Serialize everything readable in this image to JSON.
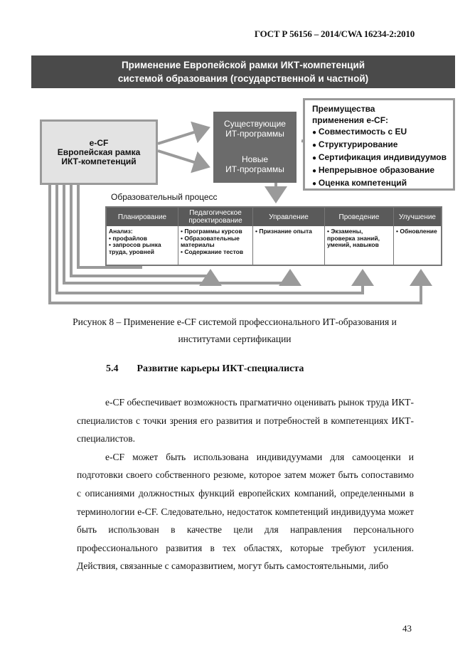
{
  "header": {
    "standard": "ГОСТ Р 56156 – 2014/CWA 16234-2:2010"
  },
  "figure": {
    "banner": [
      "Применение Европейской рамки ИКТ-компетенций",
      "системой образования (государственной и частной)"
    ],
    "ecf_box": [
      "e-CF",
      "Европейская рамка",
      "ИКТ-компетенций"
    ],
    "programs": {
      "existing": [
        "Существующие",
        "ИТ-программы"
      ],
      "new": [
        "Новые",
        "ИТ-программы"
      ]
    },
    "benefits": {
      "heading": [
        "Преимущества",
        "применения e-CF:"
      ],
      "items": [
        "Совместимость с EU",
        "Структурирование",
        "Сертификация индивидуумов",
        "Непрерывное образование",
        "Оценка компетенций"
      ]
    },
    "process_label": "Образовательный процесс",
    "process_columns": [
      {
        "header": [
          "Планирование"
        ],
        "body": [
          "Анализ:",
          "• профайлов",
          "• запросов рынка",
          "  труда, уровней"
        ]
      },
      {
        "header": [
          "Педагогическое",
          "проектирование"
        ],
        "body": [
          "• Программы курсов",
          "• Образовательные",
          "  материалы",
          "• Содержание тестов"
        ]
      },
      {
        "header": [
          "Управление"
        ],
        "body": [
          "• Признание опыта"
        ]
      },
      {
        "header": [
          "Проведение"
        ],
        "body": [
          "• Экзамены,",
          "  проверка знаний,",
          "  умений, навыков"
        ]
      },
      {
        "header": [
          "Улучшение"
        ],
        "body": [
          "• Обновление"
        ]
      }
    ],
    "caption": [
      "Рисунок 8 – Применение e-CF системой профессионального ИТ-образования и",
      "институтами сертификации"
    ]
  },
  "section": {
    "number": "5.4",
    "title": "Развитие карьеры ИКТ-специалиста"
  },
  "paragraphs": [
    "e-CF обеспечивает возможность прагматично оценивать рынок труда ИКТ-специалистов с точки зрения его развития и потребностей в компетенциях ИКТ-специалистов.",
    "e-CF может быть использована индивидуумами для самооценки и подготовки своего собственного резюме, которое затем может быть сопоставимо с описаниями должностных функций европейских компаний, определенными в терминологии e-CF. Следовательно, недостаток компетенций индивидуума может быть использован в качестве цели для направления персонального профессионального развития в тех областях, которые требуют усиления. Действия, связанные с саморазвитием, могут быть самостоятельными, либо"
  ],
  "page_number": "43"
}
